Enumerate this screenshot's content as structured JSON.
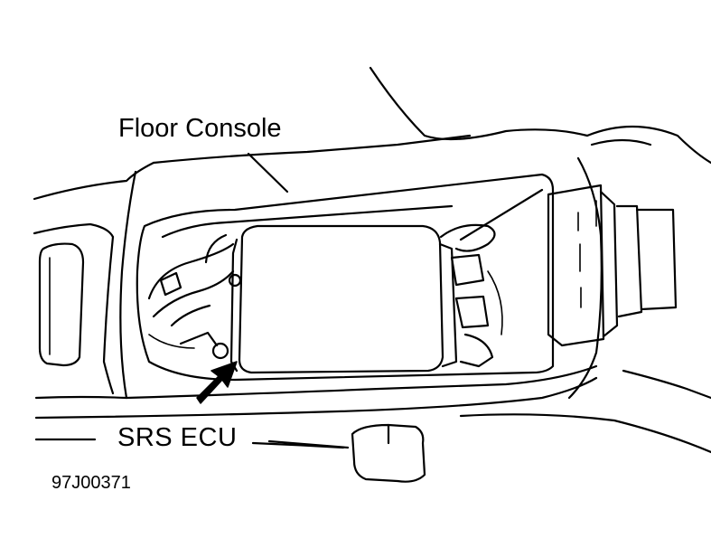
{
  "labels": {
    "floor_console": "Floor Console",
    "srs_ecu": "SRS ECU",
    "figure_code": "97J00371"
  },
  "colors": {
    "ink": "#000000",
    "paper": "#ffffff"
  }
}
